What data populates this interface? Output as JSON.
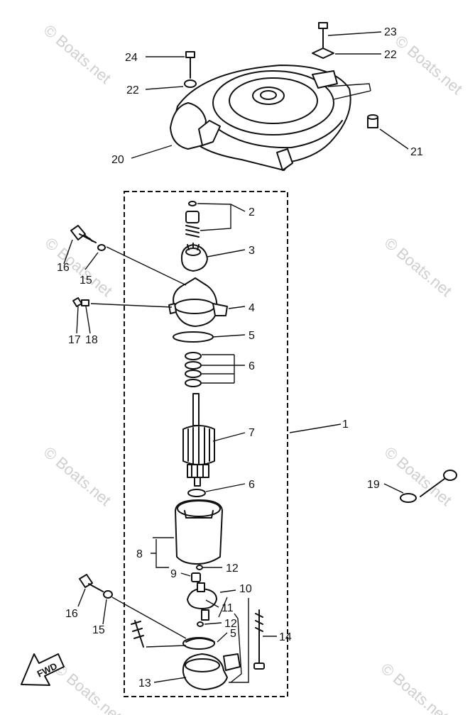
{
  "watermark": "© Boats.net",
  "fwd_label": "FWD",
  "callouts": {
    "c1": "1",
    "c2": "2",
    "c3": "3",
    "c4": "4",
    "c5a": "5",
    "c5b": "5",
    "c6a": "6",
    "c6b": "6",
    "c7": "7",
    "c8": "8",
    "c9": "9",
    "c10": "10",
    "c11": "11",
    "c12a": "12",
    "c12b": "12",
    "c13": "13",
    "c14": "14",
    "c15a": "15",
    "c15b": "15",
    "c16a": "16",
    "c16b": "16",
    "c17": "17",
    "c18": "18",
    "c19": "19",
    "c20": "20",
    "c21": "21",
    "c22a": "22",
    "c22b": "22",
    "c23": "23",
    "c24": "24"
  }
}
